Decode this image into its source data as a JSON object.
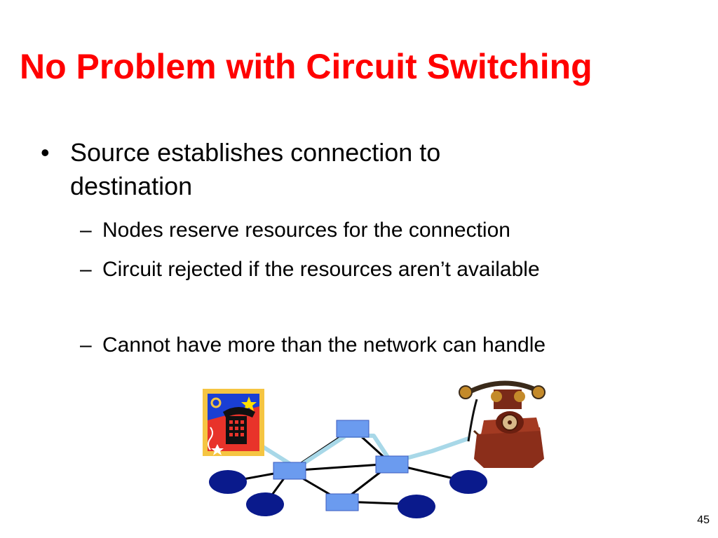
{
  "slide": {
    "title": "No Problem with Circuit Switching",
    "bullet": {
      "marker": "•",
      "text": "Source establishes connection to destination"
    },
    "subbullets": [
      {
        "marker": "–",
        "text": "Nodes reserve resources for the connection"
      },
      {
        "marker": "–",
        "text": "Circuit rejected if the resources aren’t available"
      },
      {
        "marker": "–",
        "text": "Cannot have more than the network can handle"
      }
    ],
    "page_number": "45"
  },
  "diagram": {
    "icons": [
      "modern-phone-card-icon",
      "antique-telephone-icon"
    ],
    "colors": {
      "host": "#0a1a8c",
      "switch": "#6b9bef",
      "link": "#000000",
      "circuit_path": "#a8d8e8"
    }
  }
}
